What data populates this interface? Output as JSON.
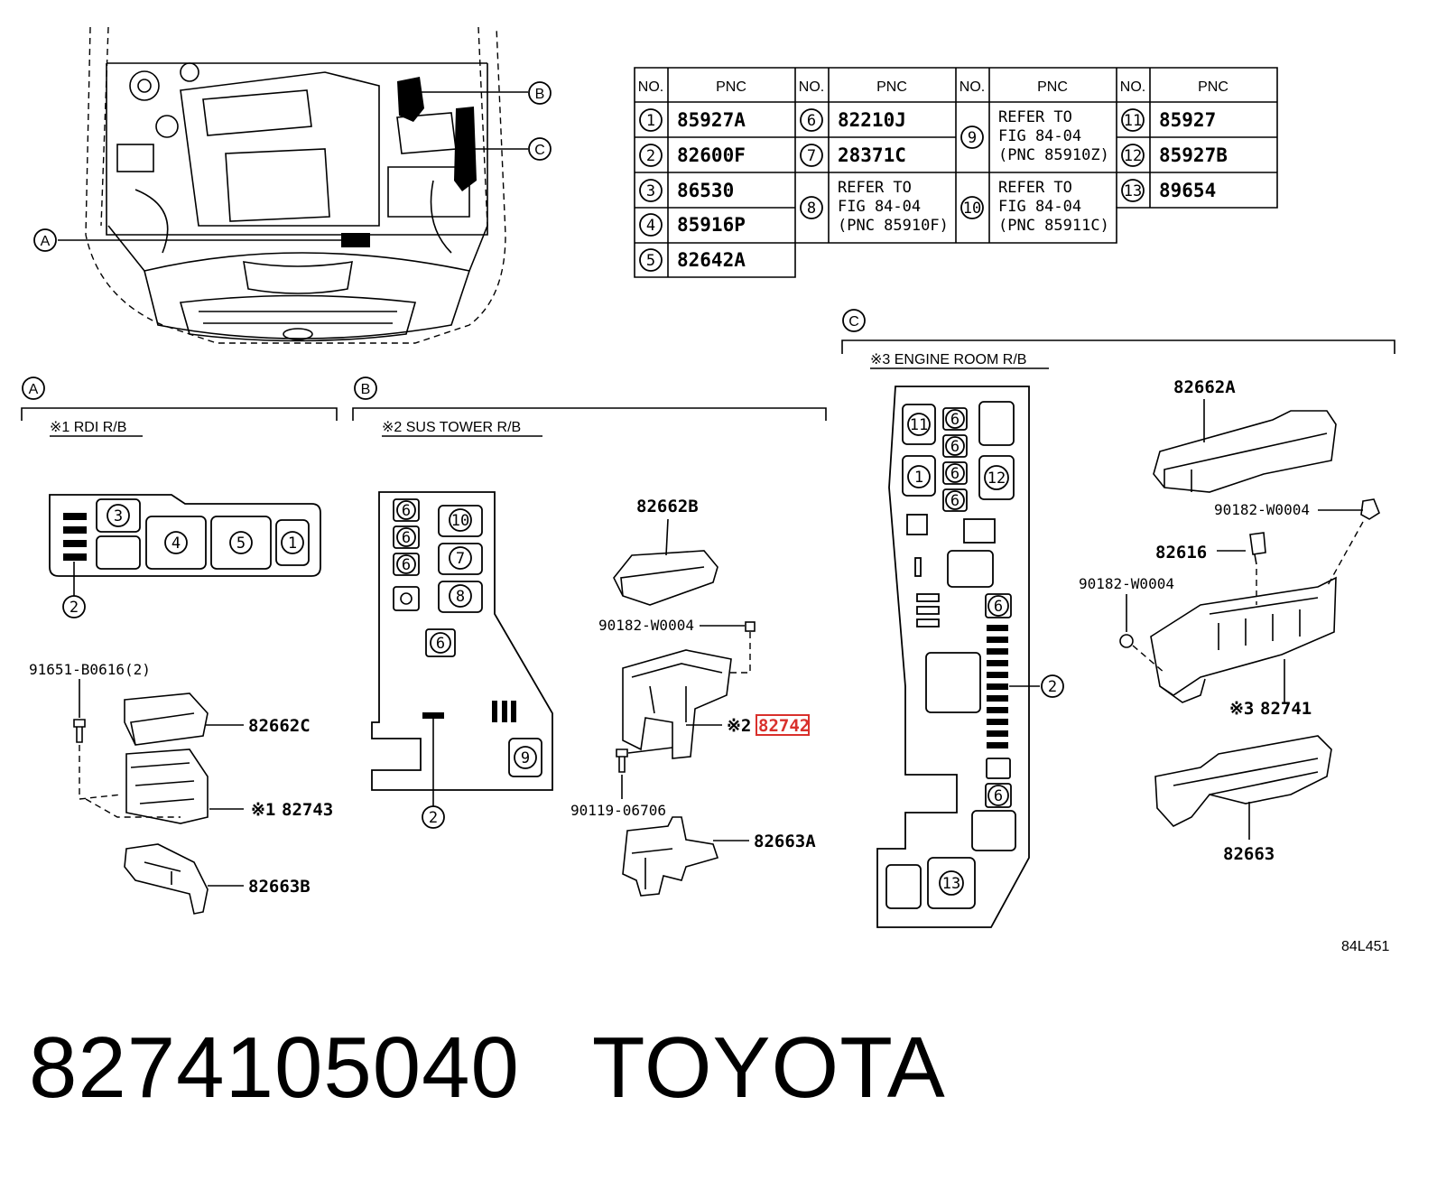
{
  "table": {
    "header": {
      "no": "NO.",
      "pnc": "PNC"
    },
    "col1": [
      {
        "no": "1",
        "pnc": "85927A"
      },
      {
        "no": "2",
        "pnc": "82600F"
      },
      {
        "no": "3",
        "pnc": "86530"
      },
      {
        "no": "4",
        "pnc": "85916P"
      },
      {
        "no": "5",
        "pnc": "82642A"
      }
    ],
    "col2": [
      {
        "no": "6",
        "pnc": "82210J"
      },
      {
        "no": "7",
        "pnc": "28371C"
      },
      {
        "no": "8",
        "line1": "REFER TO",
        "line2": "FIG 84-04",
        "line3": "(PNC 85910F)"
      }
    ],
    "col3": [
      {
        "no": "9",
        "line1": "REFER TO",
        "line2": "FIG 84-04",
        "line3": "(PNC 85910Z)"
      },
      {
        "no": "10",
        "line1": "REFER TO",
        "line2": "FIG 84-04",
        "line3": "(PNC 85911C)"
      }
    ],
    "col4": [
      {
        "no": "11",
        "pnc": "85927"
      },
      {
        "no": "12",
        "pnc": "85927B"
      },
      {
        "no": "13",
        "pnc": "89654"
      }
    ]
  },
  "callouts": {
    "a": "A",
    "b": "B",
    "c": "C"
  },
  "sections": {
    "a_title": "※1 RDI R/B",
    "b_title": "※2 SUS TOWER R/B",
    "c_title": "※3 ENGINE ROOM R/B"
  },
  "parts": {
    "p91651": "91651-B0616(2)",
    "p82662C": "82662C",
    "p82743": "82743",
    "p82743_mark": "※1",
    "p82663B": "82663B",
    "p82662B": "82662B",
    "p90182_b": "90182-W0004",
    "p82742": "82742",
    "p82742_mark": "※2",
    "p90119": "90119-06706",
    "p82663A": "82663A",
    "p82662A": "82662A",
    "p90182_c1": "90182-W0004",
    "p82616": "82616",
    "p90182_c2": "90182-W0004",
    "p82741": "82741",
    "p82741_mark": "※3",
    "p82663": "82663"
  },
  "figure_code": "84L451",
  "caption": {
    "part_number": "8274105040",
    "brand": "TOYOTA"
  },
  "colors": {
    "highlight": "#d9302c",
    "ink": "#000000"
  }
}
